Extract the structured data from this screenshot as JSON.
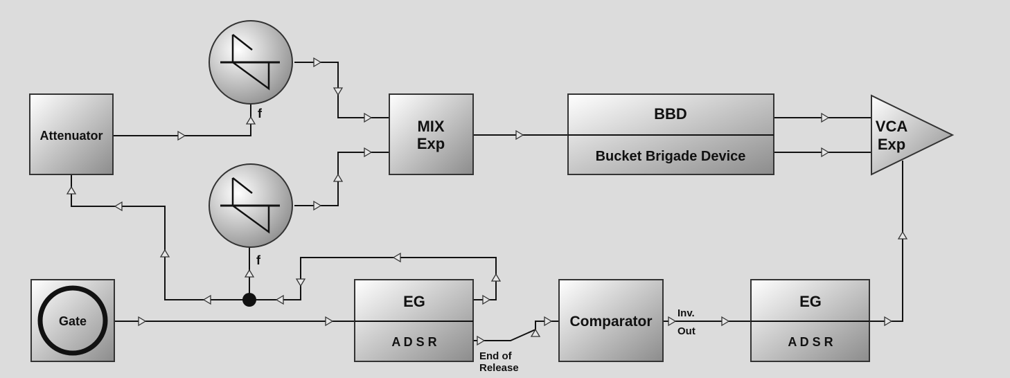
{
  "blocks": {
    "attenuator": "Attenuator",
    "mix": [
      "MIX",
      "Exp"
    ],
    "bbd_top": "BBD",
    "bbd_bottom": "Bucket Brigade Device",
    "vca": [
      "VCA",
      "Exp"
    ],
    "gate": "Gate",
    "eg1_top": "EG",
    "eg1_bottom": "A D S R",
    "comparator": "Comparator",
    "eg2_top": "EG",
    "eg2_bottom": "A D S R"
  },
  "labels": {
    "freq_top": "f",
    "freq_bottom": "f",
    "inv_out": [
      "Inv.",
      "Out"
    ],
    "end_of_release": [
      "End of",
      "Release"
    ]
  },
  "colors": {
    "background": "#dcdcdc",
    "block_light": "#ffffff",
    "block_dark": "#8c8c8c",
    "wire": "#111111"
  }
}
